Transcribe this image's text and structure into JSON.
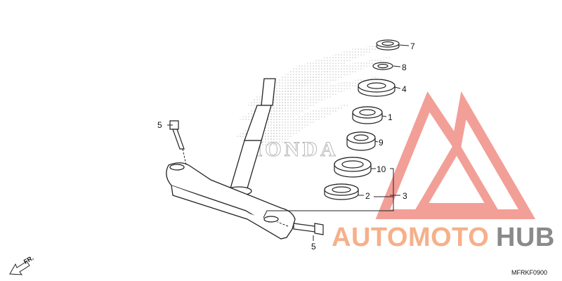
{
  "diagram": {
    "callouts": [
      {
        "id": "p7",
        "label": "7"
      },
      {
        "id": "p8",
        "label": "8"
      },
      {
        "id": "p4",
        "label": "4"
      },
      {
        "id": "p1",
        "label": "1"
      },
      {
        "id": "p9",
        "label": "9"
      },
      {
        "id": "p10",
        "label": "10"
      },
      {
        "id": "p2",
        "label": "2"
      },
      {
        "id": "p3",
        "label": "3"
      },
      {
        "id": "p5a",
        "label": "5"
      },
      {
        "id": "p5b",
        "label": "5"
      }
    ],
    "part_code": "MFRKF0900",
    "front_marker": "FR.",
    "background_brand": "HONDA"
  },
  "watermark": {
    "part1": "AUTOMOTO",
    "part2": "HUB",
    "colors": {
      "part1": "#f6b08a",
      "part2": "#8a8a8a",
      "logo": "#f08f86"
    }
  },
  "colors": {
    "line": "#222222",
    "part_fill": "#ffffff",
    "dots": "#c6c6c6"
  }
}
